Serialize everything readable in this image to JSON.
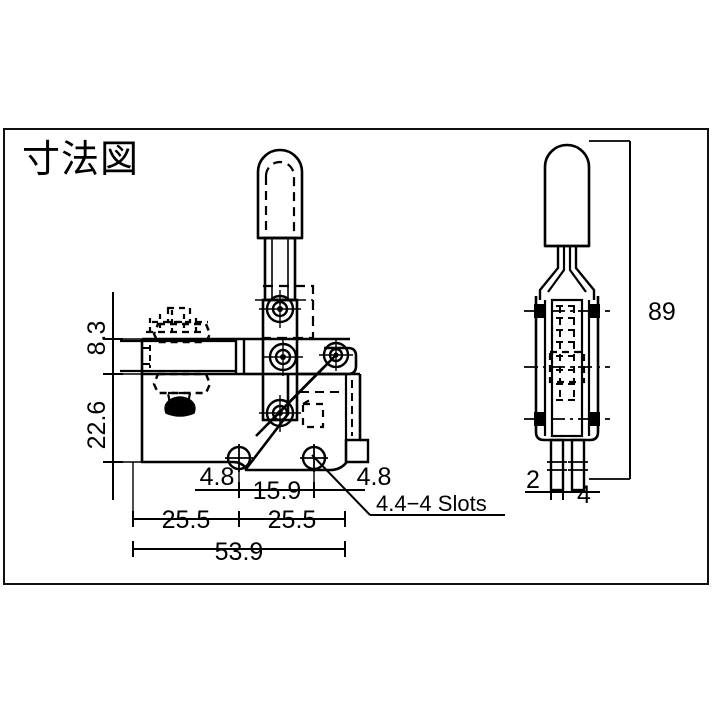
{
  "title": "寸法図",
  "frame": {
    "border_color": "#111111",
    "background": "#ffffff"
  },
  "line_color": "#000000",
  "views": [
    {
      "name": "front-view",
      "label": ""
    },
    {
      "name": "side-view",
      "label": ""
    }
  ],
  "dimensions": {
    "front": {
      "v1": "8.3",
      "v2": "22.6",
      "h1": "4.8",
      "h2": "15.9",
      "h3": "4.8",
      "h4": "25.5",
      "h5": "25.5",
      "h6": "53.9",
      "slots": "4.4−4 Slots"
    },
    "side": {
      "height": "89",
      "w1": "2",
      "w2": "4"
    }
  },
  "chart_data": {
    "type": "table",
    "title": "寸法図",
    "categories": [
      "8.3",
      "22.6",
      "4.8",
      "15.9",
      "4.8",
      "25.5",
      "25.5",
      "53.9",
      "4.4−4 Slots",
      "89",
      "2",
      "4"
    ],
    "values": [
      8.3,
      22.6,
      4.8,
      15.9,
      4.8,
      25.5,
      25.5,
      53.9,
      4.4,
      89,
      2,
      4
    ],
    "xlabel": "",
    "ylabel": ""
  }
}
